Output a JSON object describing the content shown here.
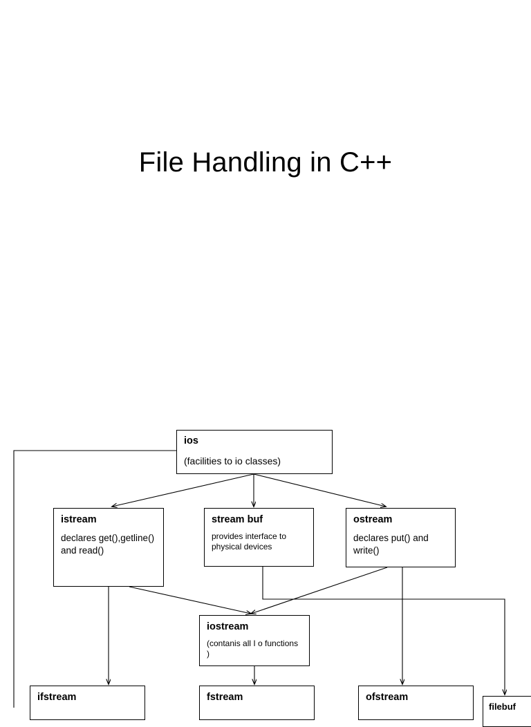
{
  "slide": {
    "title": "File Handling in C++",
    "background_color": "#ffffff",
    "text_color": "#000000",
    "line_color": "#000000"
  },
  "diagram": {
    "type": "class-hierarchy-flowchart",
    "nodes": [
      {
        "id": "ios",
        "title": "ios",
        "desc": "(facilities to io classes)"
      },
      {
        "id": "istream",
        "title": "istream",
        "desc": "declares get(),getline() and read()"
      },
      {
        "id": "streambuf",
        "title": "stream buf",
        "desc": "provides interface to physical devices"
      },
      {
        "id": "ostream",
        "title": "ostream",
        "desc": "declares put() and write()"
      },
      {
        "id": "iostream",
        "title": "iostream",
        "desc": "(contanis all I o functions )"
      },
      {
        "id": "ifstream",
        "title": "ifstream",
        "desc": ""
      },
      {
        "id": "fstream",
        "title": "fstream",
        "desc": ""
      },
      {
        "id": "ofstream",
        "title": "ofstream",
        "desc": ""
      },
      {
        "id": "filebuf",
        "title": "filebuf",
        "desc": ""
      }
    ],
    "edges": [
      {
        "from": "ios",
        "to": "istream"
      },
      {
        "from": "ios",
        "to": "streambuf"
      },
      {
        "from": "ios",
        "to": "ostream"
      },
      {
        "from": "ios",
        "to": "ifstream"
      },
      {
        "from": "istream",
        "to": "iostream"
      },
      {
        "from": "ostream",
        "to": "iostream"
      },
      {
        "from": "istream",
        "to": "ifstream"
      },
      {
        "from": "iostream",
        "to": "fstream"
      },
      {
        "from": "ostream",
        "to": "ofstream"
      },
      {
        "from": "streambuf",
        "to": "filebuf"
      }
    ]
  }
}
